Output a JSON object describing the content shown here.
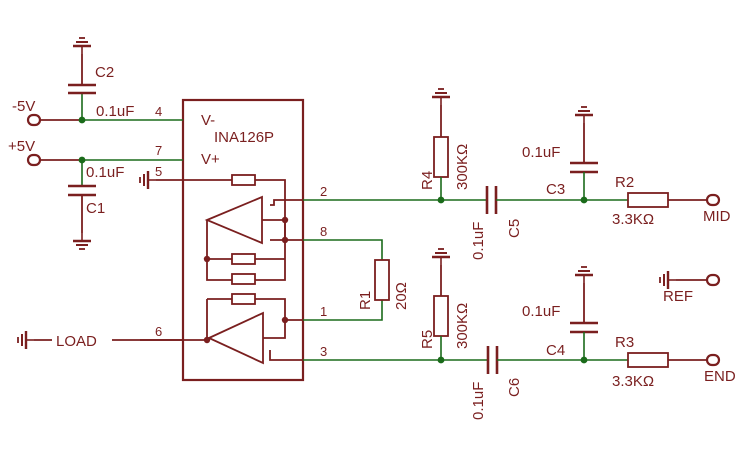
{
  "chip": {
    "label": "INA126P",
    "pin_vneg_label": "V-",
    "pin_vpos_label": "V+"
  },
  "pins": {
    "p1": "1",
    "p2": "2",
    "p3": "3",
    "p4": "4",
    "p5": "5",
    "p6": "6",
    "p7": "7",
    "p8": "8"
  },
  "supplies": {
    "neg": "-5V",
    "pos": "+5V"
  },
  "capacitors": {
    "c1": {
      "name": "C1",
      "value": "0.1uF"
    },
    "c2": {
      "name": "C2",
      "value": "0.1uF"
    },
    "c3": {
      "name": "C3",
      "value": "0.1uF"
    },
    "c4": {
      "name": "C4",
      "value": "0.1uF"
    },
    "c5": {
      "name": "C5",
      "value": "0.1uF"
    },
    "c6": {
      "name": "C6",
      "value": "0.1uF"
    }
  },
  "resistors": {
    "r1": {
      "name": "R1",
      "value": "20Ω"
    },
    "r2": {
      "name": "R2",
      "value": "3.3KΩ"
    },
    "r3": {
      "name": "R3",
      "value": "3.3KΩ"
    },
    "r4": {
      "name": "R4",
      "value": "300KΩ"
    },
    "r5": {
      "name": "R5",
      "value": "300KΩ"
    }
  },
  "connectors": {
    "load": "LOAD",
    "mid": "MID",
    "end": "END",
    "ref": "REF"
  },
  "colors": {
    "wire": "#1a6b1a",
    "part": "#7a1f1f",
    "background": "#ffffff"
  },
  "icons": {
    "ground": "ground-icon",
    "pad": "connector-pad-icon"
  }
}
